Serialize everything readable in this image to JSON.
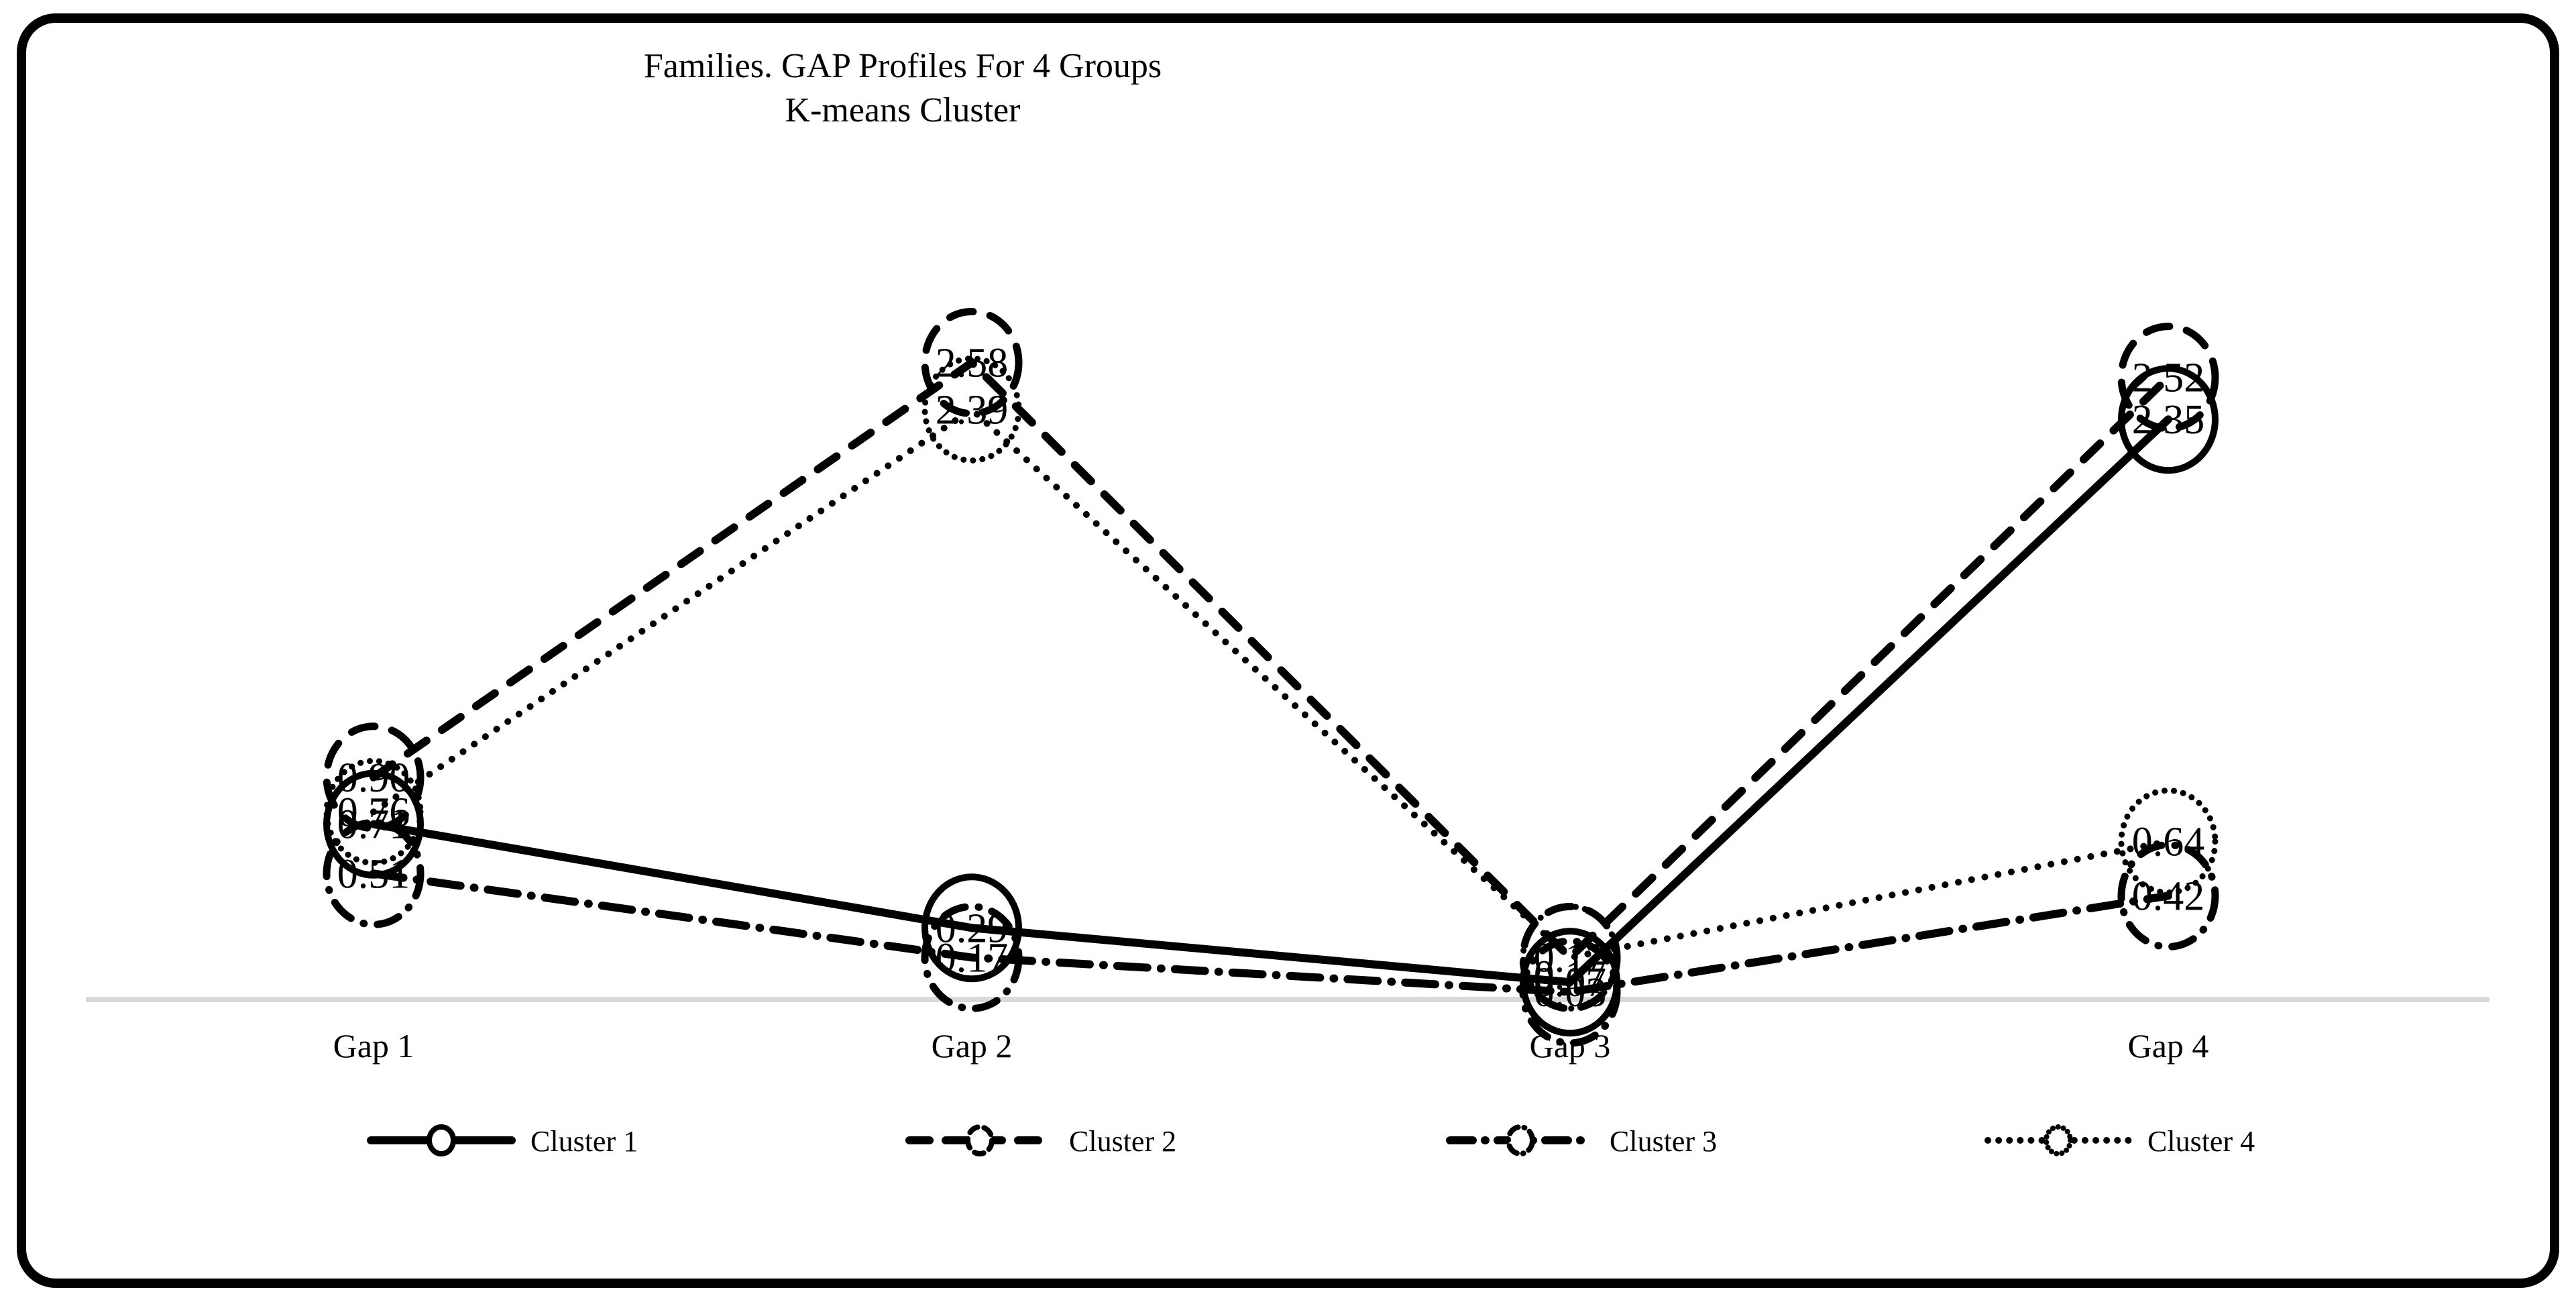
{
  "title": {
    "line1": "Families. GAP Profiles For 4 Groups",
    "line2": "K-means Cluster"
  },
  "chart_data": {
    "type": "line",
    "title": "Families. GAP Profiles For 4 Groups — K-means Cluster",
    "categories": [
      "Gap 1",
      "Gap 2",
      "Gap 3",
      "Gap 4"
    ],
    "series": [
      {
        "name": "Cluster 1",
        "style": "solid",
        "values": [
          0.71,
          0.29,
          0.07,
          2.35
        ],
        "labels": [
          "0.71",
          "0.29",
          "0.07",
          "2.35"
        ]
      },
      {
        "name": "Cluster 2",
        "style": "dashed",
        "values": [
          0.9,
          2.58,
          0.17,
          2.52
        ],
        "labels": [
          "0.90",
          "2.58",
          "0.17",
          "2.52"
        ]
      },
      {
        "name": "Cluster 3",
        "style": "dash-dot",
        "values": [
          0.51,
          0.17,
          0.03,
          0.42
        ],
        "labels": [
          "0.51",
          "0.17",
          "0.03",
          "0.42"
        ]
      },
      {
        "name": "Cluster 4",
        "style": "dotted",
        "values": [
          0.76,
          2.39,
          0.17,
          0.64
        ],
        "labels": [
          "0.76",
          "2.39",
          "0.17",
          "0.64"
        ]
      }
    ],
    "xlabel": "",
    "ylabel": "",
    "ylim": [
      0,
      2.8
    ],
    "grid": false,
    "data_labels_visible": true,
    "marker": "large-open-circle-around-label",
    "legend_position": "bottom",
    "legend": [
      "Cluster 1",
      "Cluster 2",
      "Cluster 3",
      "Cluster 4"
    ],
    "colors": {
      "line": "#000000",
      "text": "#000000",
      "axis_line": "#d9d9d9",
      "background": "#ffffff"
    }
  }
}
